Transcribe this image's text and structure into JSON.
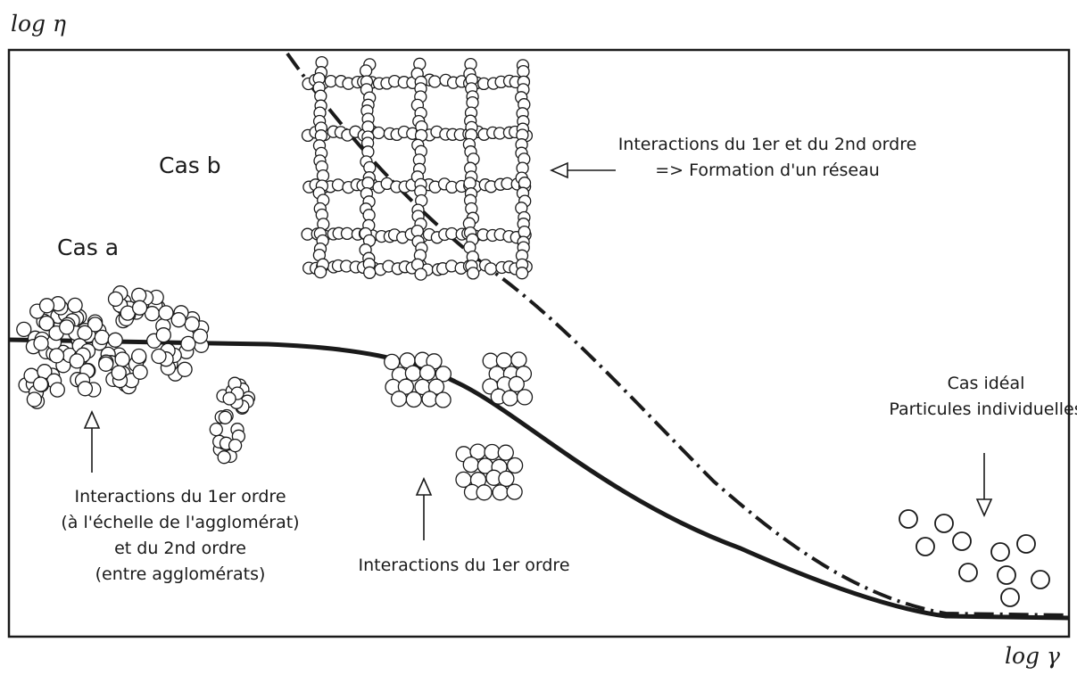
{
  "axes": {
    "y_label": "log η",
    "x_label": "log γ"
  },
  "cases": {
    "a": "Cas a",
    "b": "Cas b"
  },
  "annotations": {
    "network": [
      "Interactions du 1er et du 2nd ordre",
      "=> Formation d'un réseau"
    ],
    "ideal": [
      "Cas idéal",
      "Particules individuelles"
    ],
    "first_second": [
      "Interactions du 1er ordre",
      "(à l'échelle de l'agglomérat)",
      "et du 2nd ordre",
      "(entre agglomérats)"
    ],
    "first": [
      "Interactions du 1er ordre"
    ]
  },
  "curves": [
    {
      "id": "cas-a",
      "style": "solid",
      "description": "viscosity plateau then shear thinning"
    },
    {
      "id": "cas-b",
      "style": "dash-dot",
      "description": "continuous shear thinning"
    }
  ],
  "colors": {
    "ink": "#1a1a1a",
    "background": "#ffffff"
  }
}
